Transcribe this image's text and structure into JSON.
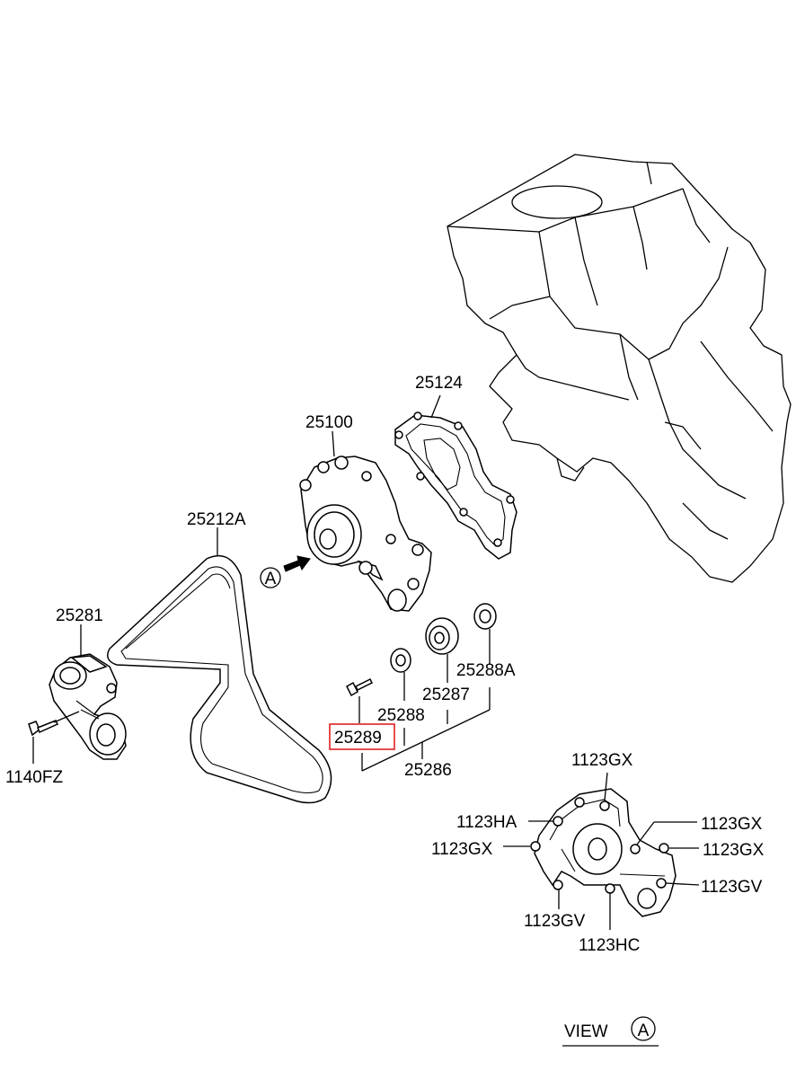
{
  "callouts": {
    "gasket": "25124",
    "water_pump": "25100",
    "belt": "25212A",
    "tensioner": "25281",
    "tensioner_bolt": "1140FZ",
    "seal": "25288A",
    "bearing": "25287",
    "washer": "25288",
    "bolt_highlighted": "25289",
    "pulley_assy": "25286"
  },
  "view_a": {
    "marker": "A",
    "title": "VIEW",
    "bolts": {
      "top": "1123GX",
      "upper_left": "1123HA",
      "upper_right": "1123GX",
      "left": "1123GX",
      "right": "1123GX",
      "lower_right": "1123GV",
      "lower_left": "1123GV",
      "bottom": "1123HC"
    }
  },
  "highlight_color": "#e02020"
}
